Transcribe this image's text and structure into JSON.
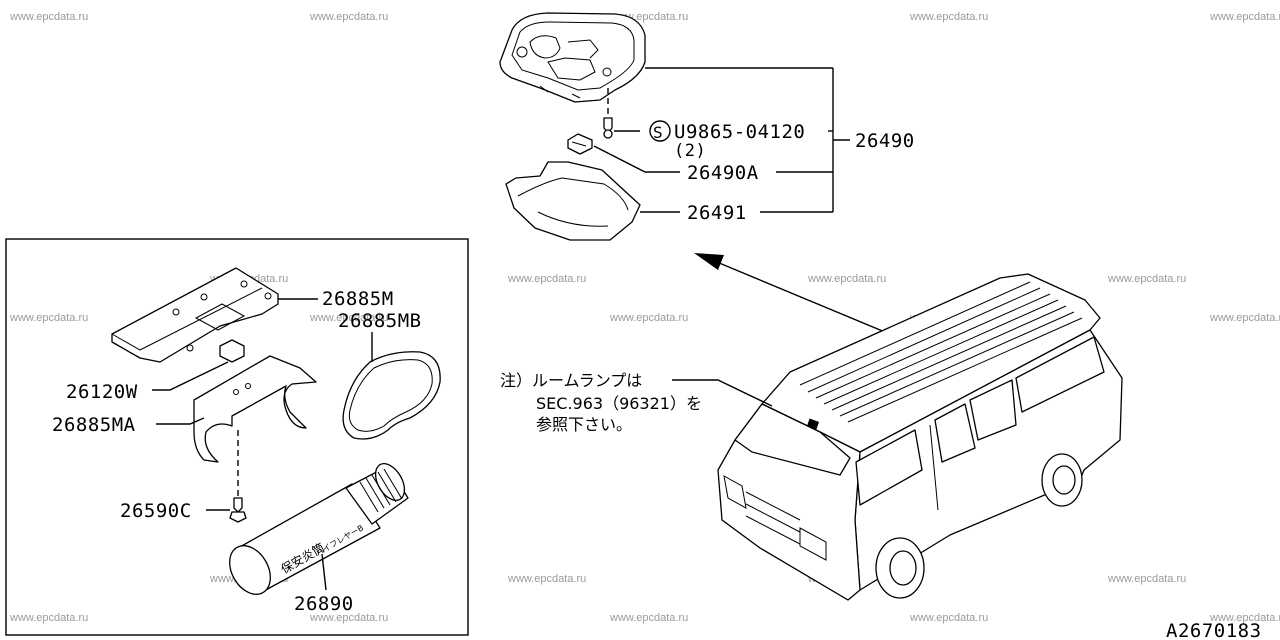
{
  "watermark": "www.epcdata.ru",
  "diagram_id": "A2670183",
  "parts": {
    "screw": "U9865-04120",
    "screw_qty": "(2)",
    "screw_symbol": "S",
    "lamp_assembly": "26490",
    "bulb": "26490A",
    "lens": "26491",
    "plate": "26885M",
    "gasket": "26885MB",
    "wire": "26120W",
    "bracket": "26885MA",
    "clip": "26590C",
    "cylinder": "26890"
  },
  "cylinder_text": {
    "main": "保安炎筒",
    "sub": "ハイフレヤーB"
  },
  "note": {
    "line1": "注）ルームランプは",
    "line2": "SEC.963（96321）を",
    "line3": "参照下さい。"
  }
}
